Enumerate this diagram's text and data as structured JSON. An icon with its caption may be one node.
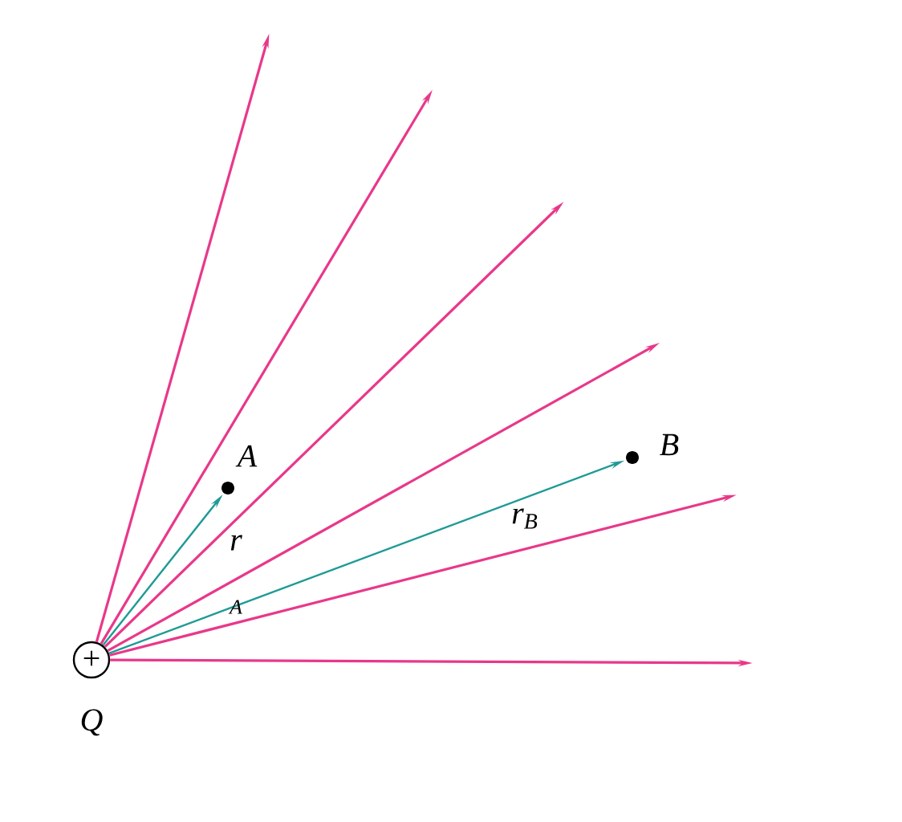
{
  "diagram": {
    "nodes": [
      {
        "text": [
          "+"
        ],
        "beside": [
          "Q"
        ]
      },
      {
        "text": [],
        "shape": "circle",
        "beside": [
          "A"
        ]
      },
      {
        "text": [],
        "shape": "circle",
        "beside": [
          "B"
        ]
      }
    ],
    "edges": [
      {
        "from": 0,
        "to": null,
        "arrow": "to"
      },
      {
        "from": 0,
        "to": null,
        "arrow": "to"
      },
      {
        "from": 0,
        "to": null,
        "arrow": "to"
      },
      {
        "from": 0,
        "to": null,
        "arrow": "to"
      },
      {
        "from": 0,
        "to": null,
        "arrow": "to"
      },
      {
        "from": 0,
        "to": null,
        "arrow": "to"
      },
      {
        "from": 0,
        "to": 1,
        "arrow": "to",
        "color": "#1f9a96",
        "label": "r"
      },
      {
        "from": 0,
        "to": 2,
        "arrow": "to",
        "color": "#1f9a96",
        "label": "r$_{B}$"
      }
    ],
    "labels": [
      "A"
    ]
  }
}
